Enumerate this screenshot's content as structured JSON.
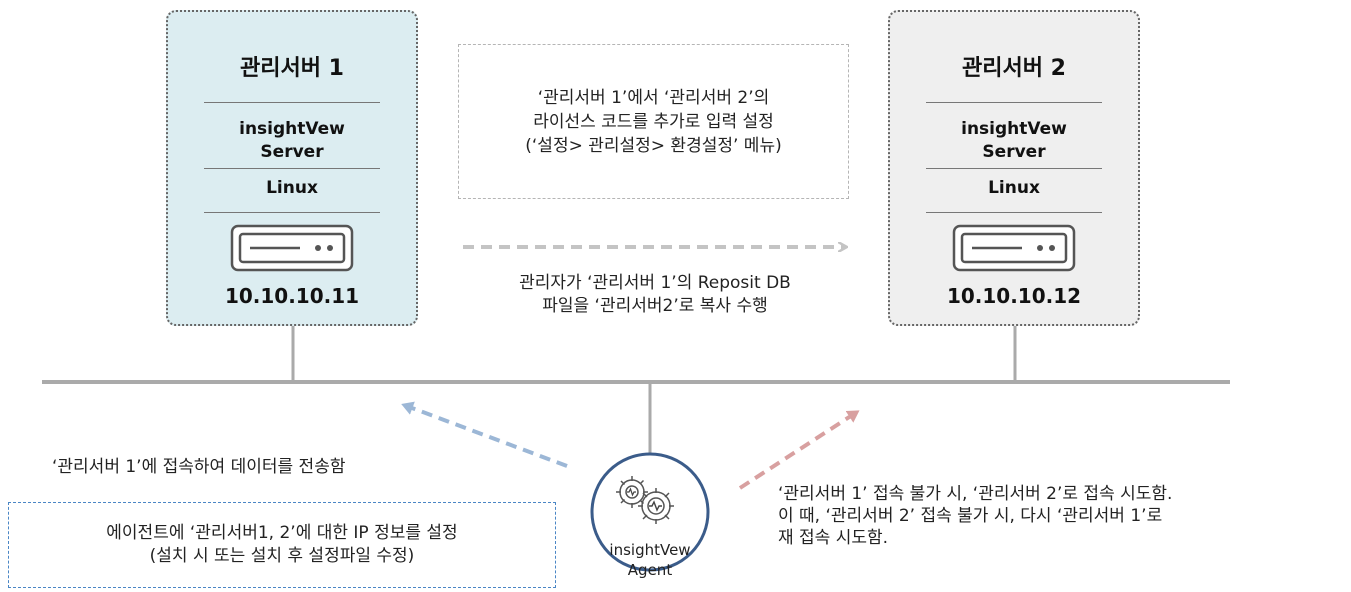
{
  "servers": [
    {
      "title": "관리서버 1",
      "software": "insightVew\nServer",
      "os": "Linux",
      "ip": "10.10.10.11"
    },
    {
      "title": "관리서버 2",
      "software": "insightVew\nServer",
      "os": "Linux",
      "ip": "10.10.10.12"
    }
  ],
  "license_note": "‘관리서버 1’에서 ‘관리서버 2’의\n라이선스 코드를 추가로 입력 설정\n(‘설정> 관리설정> 환경설정’ 메뉴)",
  "copy_note": "관리자가 ‘관리서버 1’의 Reposit DB\n파일을 ‘관리서버2’로 복사 수행",
  "agent_connect_note": "‘관리서버 1’에 접속하여 데이터를 전송함",
  "config_note": "에이전트에 ‘관리서버1, 2’에 대한 IP 정보를 설정\n(설치 시 또는 설치 후 설정파일 수정)",
  "failover_note": "‘관리서버 1’ 접속 불가 시, ‘관리서버 2’로 접속 시도함.\n이 때, ‘관리서버 2’ 접속 불가 시, 다시 ‘관리서버 1’로\n재 접속 시도함.",
  "agent": {
    "label": "insightVew\nAgent",
    "icon": "gears-pulse-icon"
  },
  "colors": {
    "server1_bg": "#dcedf1",
    "server2_bg": "#efefef",
    "arrow_gray": "#c4c4c4",
    "arrow_blue": "#9cb7d6",
    "arrow_red": "#d8a0a0",
    "agent_ring": "#3b5c8a",
    "config_border": "#4a86c5"
  }
}
